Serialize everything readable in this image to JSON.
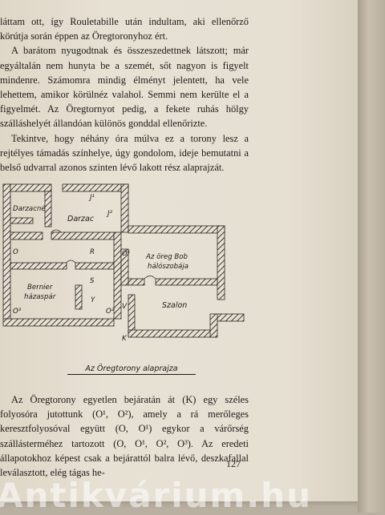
{
  "text": {
    "top_paragraphs": [
      "láttam ott, így Rouletabille után indultam, aki ellenőrző körútja során éppen az Öregtoronyhoz ért.",
      "A barátom nyugodtnak és összeszedettnek látszott; már egyáltalán nem hunyta be a szemét, sőt nagyon is figyelt mindenre. Számomra mindig élményt jelentett, ha vele lehettem, amikor körülnéz valahol. Semmi nem kerülte el a figyelmét. Az Öregtornyot pedig, a fekete ruhás hölgy szálláshelyét állandóan különös gonddal ellenőrizte.",
      "Tekintve, hogy néhány óra múlva ez a torony lesz a rejtélyes támadás színhelye, úgy gondolom, ideje bemutatni a belső udvarral azonos szinten lévő lakott rész alaprajzát."
    ],
    "bottom_paragraph": "Az Öregtorony egyetlen bejáratán át (K) egy széles folyosóra jutottunk (O¹, O²), amely a rá merőleges keresztfolyosóval együtt (O, O¹) egykor a várőrség szállásterméhez tartozott (O, O¹, O², O³). Az eredeti állapotokhoz képest csak a bejárattól balra lévő, deszkafallal leválasztott, elég tágas he-"
  },
  "plan": {
    "labels": {
      "darzacne": "Darzacné",
      "darzac": "Darzac",
      "j1": "J¹",
      "j2": "J²",
      "o": "O",
      "r": "R",
      "o1": "O¹",
      "oreg_bob": "Az öreg Bob",
      "haloszobaja": "hálószobája",
      "bernier": "Bernier",
      "hazaspar": "házaspár",
      "s": "S",
      "y": "Y",
      "o3": "O³",
      "o2": "O²",
      "v": "V",
      "szalon": "Szalon",
      "k": "K"
    },
    "caption": "Az Öregtorony alaprajza"
  },
  "page_number": "127",
  "watermark": "Antikvárium.hu",
  "colors": {
    "paper": "#e6e0d3",
    "ink": "#1d1a17"
  }
}
